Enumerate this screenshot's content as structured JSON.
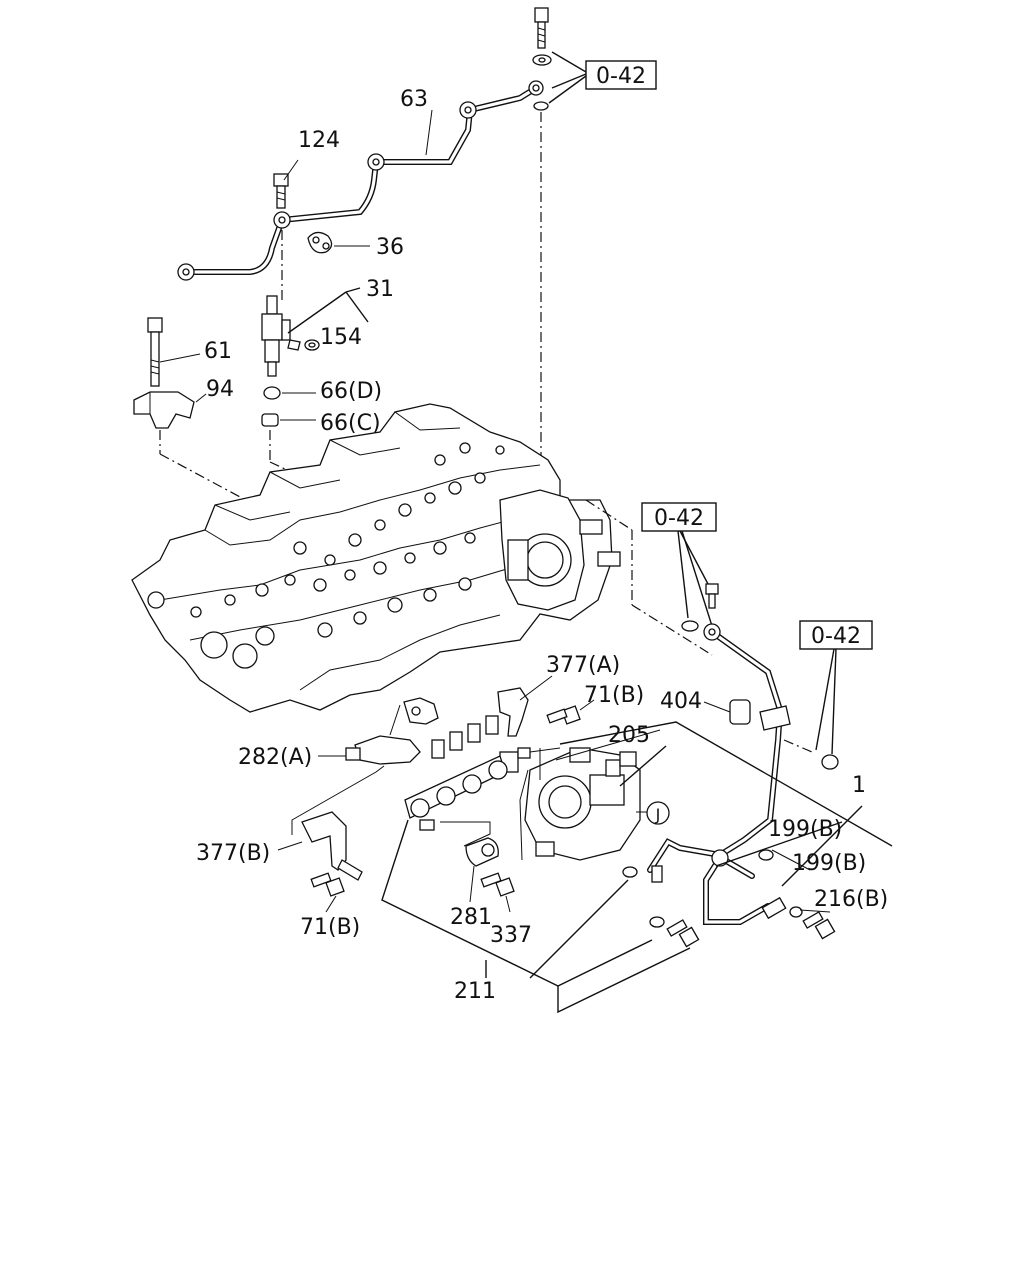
{
  "labels": {
    "l1": "1",
    "l31": "31",
    "l36": "36",
    "l61": "61",
    "l63": "63",
    "l66c": "66(C)",
    "l66d": "66(D)",
    "l71a": "71(B)",
    "l71b": "71(B)",
    "l94": "94",
    "l124": "124",
    "l154": "154",
    "l199a": "199(B)",
    "l199b": "199(B)",
    "l205": "205",
    "l211": "211",
    "l216": "216(B)",
    "l281": "281",
    "l282": "282(A)",
    "l337": "337",
    "l377a": "377(A)",
    "l377b": "377(B)",
    "l404": "404",
    "ref1": "0-42",
    "ref2": "0-42",
    "ref3": "0-42",
    "marker_j": "J"
  }
}
